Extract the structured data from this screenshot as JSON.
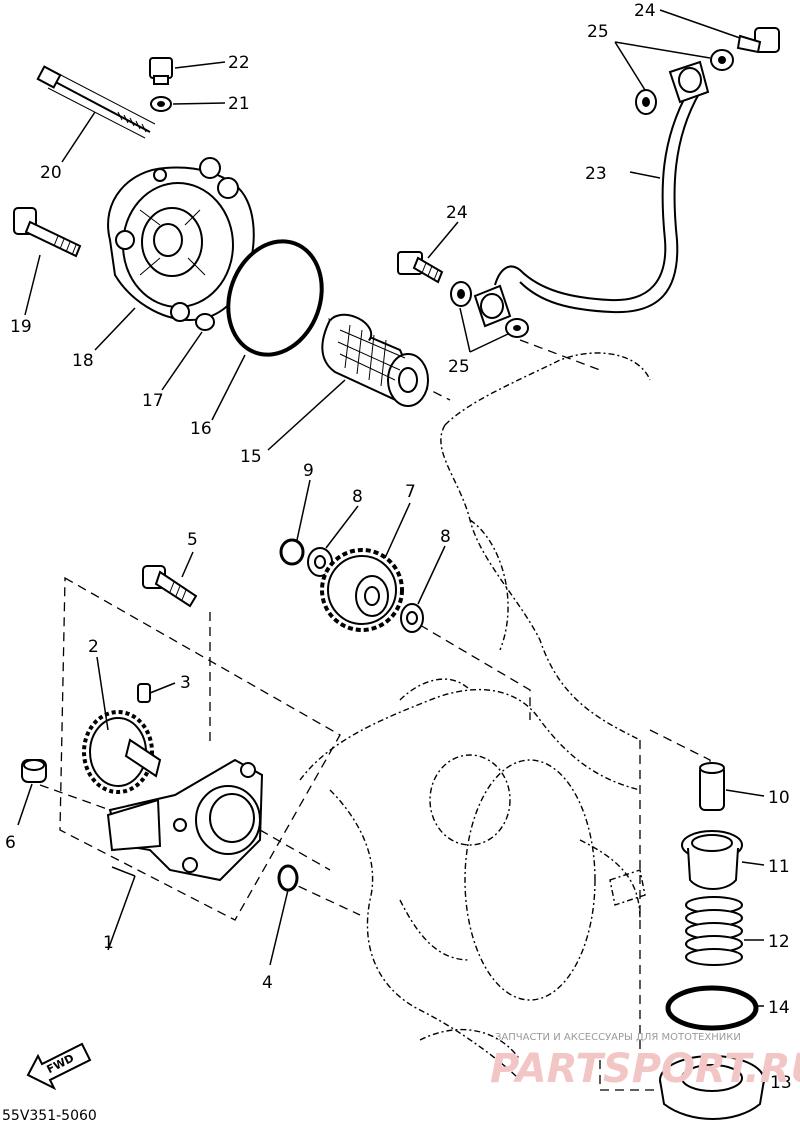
{
  "diagram": {
    "callouts": [
      "1",
      "2",
      "3",
      "4",
      "5",
      "6",
      "7",
      "8",
      "8",
      "9",
      "10",
      "11",
      "12",
      "13",
      "14",
      "15",
      "16",
      "17",
      "18",
      "19",
      "20",
      "21",
      "22",
      "23",
      "24",
      "24",
      "25",
      "25"
    ],
    "drawing_code": "55V351-5060",
    "fwd_label": "FWD",
    "watermark": {
      "line1": "ЗАПЧАСТИ И АКСЕССУАРЫ ДЛЯ МОТОТЕХНИКИ",
      "line2": "PARTSPORT.RU"
    }
  }
}
